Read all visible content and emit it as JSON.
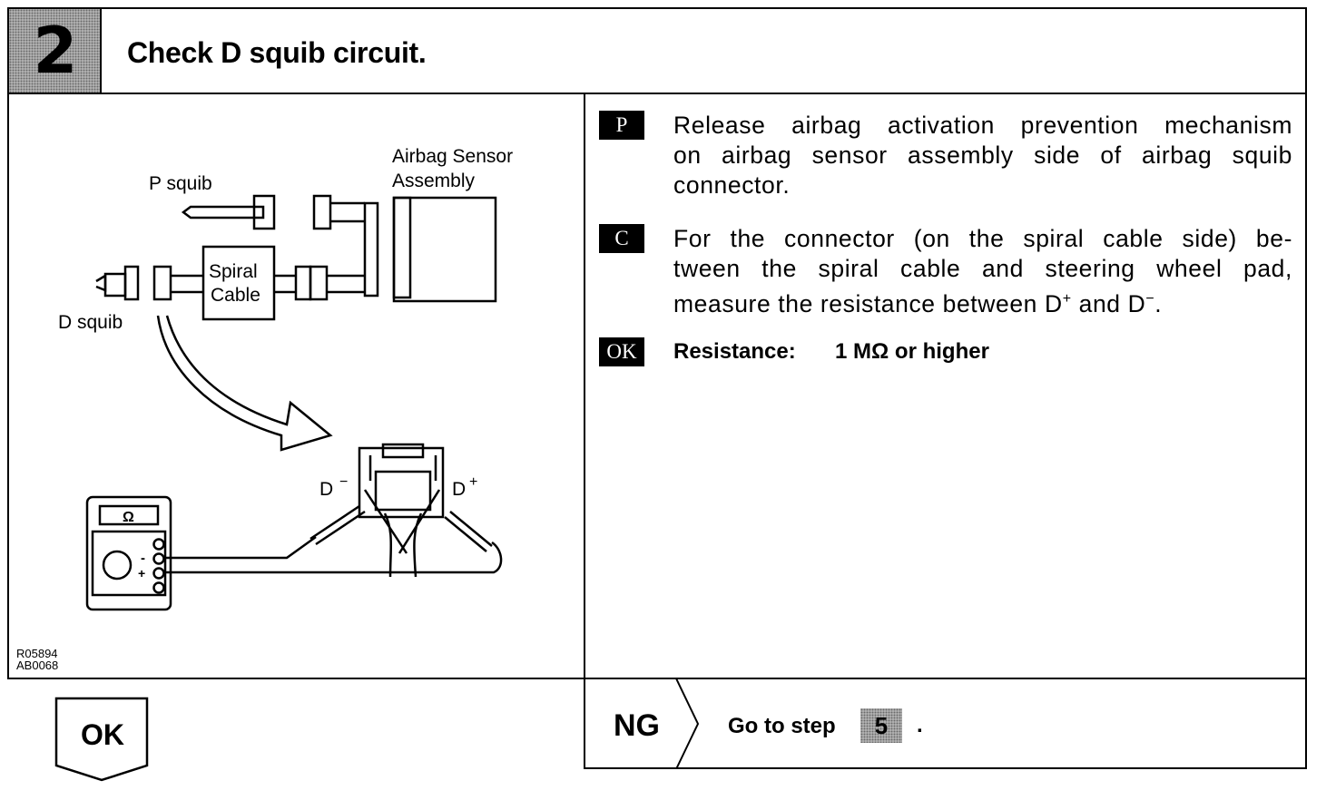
{
  "header": {
    "step_number": "2",
    "title": "Check D squib circuit."
  },
  "diagram": {
    "airbag_sensor_line1": "Airbag Sensor",
    "airbag_sensor_line2": "Assembly",
    "p_squib": "P squib",
    "d_squib": "D squib",
    "spiral_line1": "Spiral",
    "spiral_line2": "Cable",
    "d_minus": "D",
    "d_plus": "D",
    "ohm": "Ω",
    "meter_minus": "-",
    "meter_plus": "+",
    "ref_code1": "R05894",
    "ref_code2": "AB0068"
  },
  "instructions": [
    {
      "badge": "P",
      "lines": [
        "Release airbag activation prevention mechanism",
        "on airbag sensor assembly side of airbag squib",
        "connector."
      ]
    },
    {
      "badge": "C",
      "lines": [
        "For the connector (on the spiral cable side) be-",
        "tween the spiral cable and steering wheel pad,"
      ],
      "line3_a": "measure the resistance between D",
      "line3_sup1": "+",
      "line3_b": " and D",
      "line3_sup2": "−",
      "line3_c": "."
    },
    {
      "badge": "OK",
      "label": "Resistance:",
      "value": "1 MΩ or higher"
    }
  ],
  "footer": {
    "ok_label": "OK",
    "ng_label": "NG",
    "goto_text": "Go to step",
    "goto_step": "5",
    "goto_period": "."
  }
}
